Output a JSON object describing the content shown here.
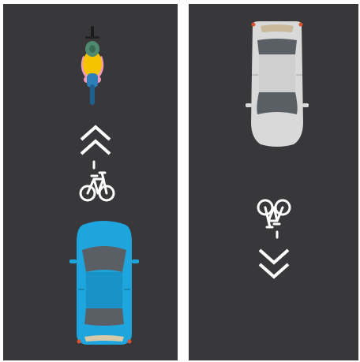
{
  "scene": {
    "background": "#ffffff",
    "lane_color": "#38383a",
    "marking_color": "#ffffff"
  },
  "left_lane": {
    "cyclist": {
      "icon": "cyclist-top-view",
      "helmet_color": "#4f8a6e",
      "shirt_color": "#f5c400",
      "arm_color": "#f29ab8",
      "pants_color": "#2c7fb8"
    },
    "arrows": {
      "icon": "double-chevron-up"
    },
    "bike_symbol": {
      "icon": "bicycle-pavement-marking"
    },
    "car": {
      "icon": "car-top-view",
      "body_color": "#1ea5de"
    }
  },
  "right_lane": {
    "car": {
      "icon": "car-top-view",
      "body_color": "#d9d9d9"
    },
    "bike_symbol": {
      "icon": "bicycle-pavement-marking-inverted"
    },
    "arrows": {
      "icon": "double-chevron-down"
    }
  }
}
